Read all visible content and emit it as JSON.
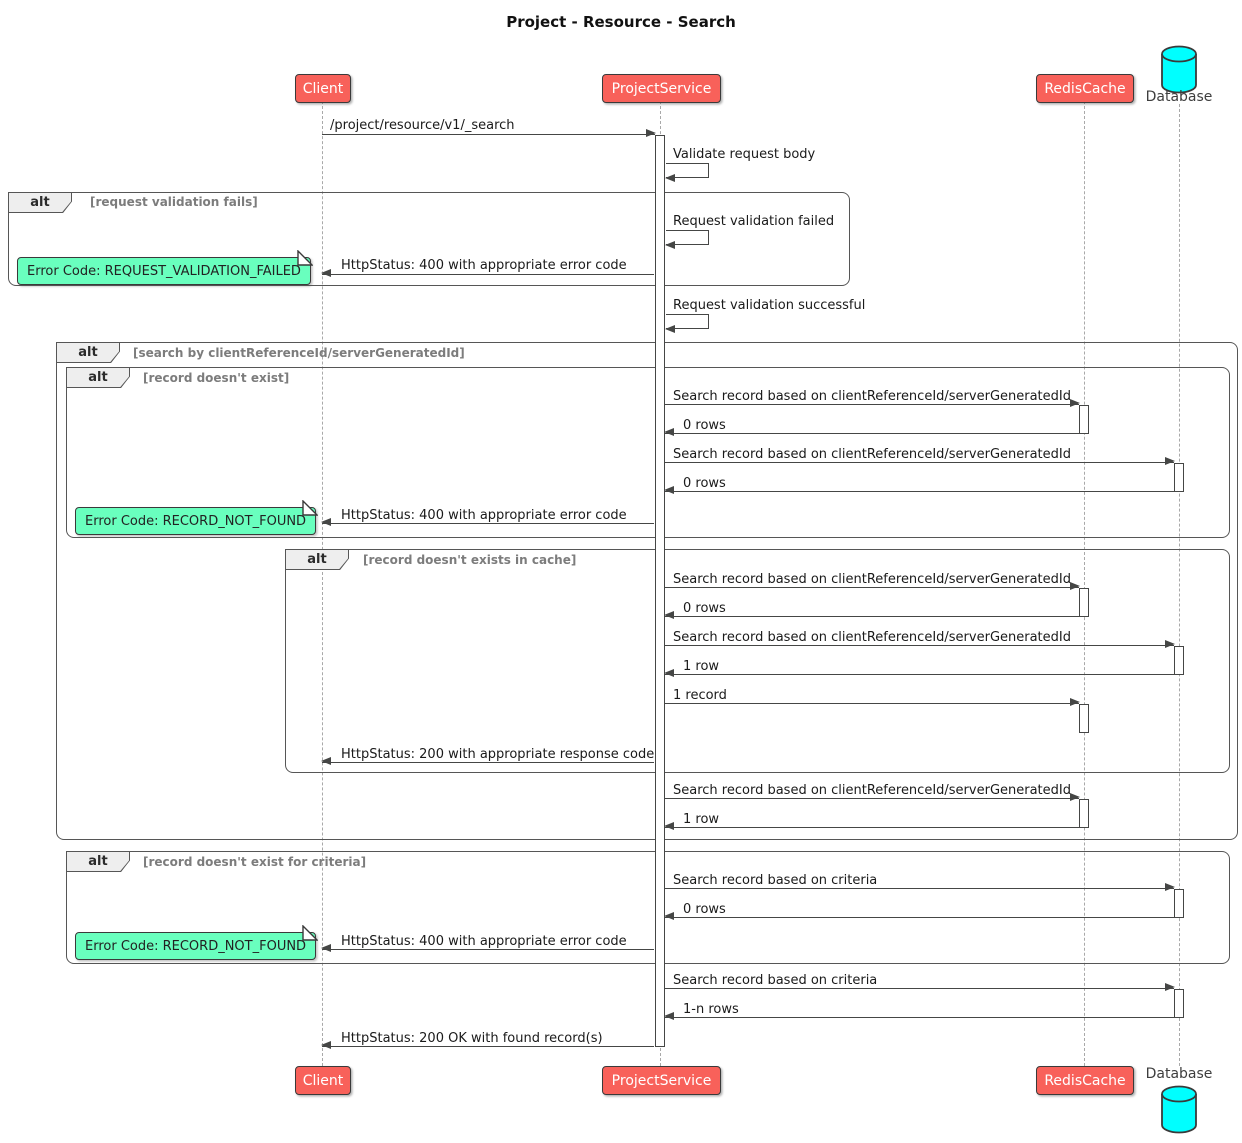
{
  "title": "Project - Resource - Search",
  "participants": {
    "client": "Client",
    "service": "ProjectService",
    "cache": "RedisCache",
    "database": "Database"
  },
  "fragments": {
    "keyword": "alt",
    "validation_cond": "[request validation fails]",
    "search_by_id_cond": "[search by clientReferenceId/serverGeneratedId]",
    "record_not_exist_cond": "[record doesn't exist]",
    "record_not_in_cache_cond": "[record doesn't exists in cache]",
    "criteria_cond": "[record doesn't exist for criteria]"
  },
  "messages": {
    "search_request": "/project/resource/v1/_search",
    "validate_body": "Validate request body",
    "validation_failed": "Request validation failed",
    "validation_successful": "Request validation successful",
    "http_400": "HttpStatus: 400 with appropriate error code",
    "search_by_id": "Search record based on clientReferenceId/serverGeneratedId",
    "zero_rows": "0 rows",
    "one_row": "1 row",
    "one_record": "1 record",
    "http_200": "HttpStatus: 200 with appropriate response code",
    "search_criteria": "Search record based on criteria",
    "one_n_rows": "1-n rows",
    "http_200_ok": "HttpStatus: 200 OK with found record(s)"
  },
  "notes": {
    "request_validation_failed": "Error Code: REQUEST_VALIDATION_FAILED",
    "record_not_found": "Error Code: RECORD_NOT_FOUND"
  },
  "colors": {
    "participant_fill": "#F8615A",
    "note_fill": "#69FFBE",
    "database_fill": "#00FFFF",
    "fragment_border": "#565656",
    "arrow": "#454645"
  }
}
